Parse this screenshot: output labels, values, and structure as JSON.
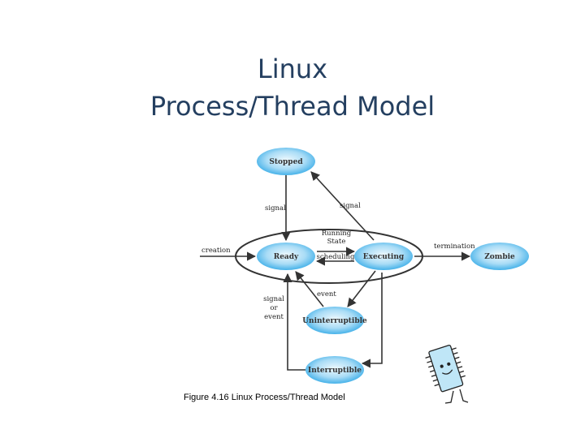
{
  "title": {
    "line1": "Linux",
    "line2": "Process/Thread Model"
  },
  "caption": "Figure 4.16 Linux Process/Thread Model",
  "diagram": {
    "states": {
      "stopped": "Stopped",
      "ready": "Ready",
      "executing": "Executing",
      "zombie": "Zombie",
      "uninterruptible": "Uninterruptible",
      "interruptible": "Interruptible",
      "running_state_line1": "Running",
      "running_state_line2": "State"
    },
    "edges": {
      "signal_left": "signal",
      "signal_right": "signal",
      "creation": "creation",
      "scheduling": "scheduling",
      "termination": "termination",
      "event": "event",
      "signal_or_event_line1": "signal",
      "signal_or_event_line2": "or",
      "signal_or_event_line3": "event"
    },
    "colors": {
      "state_center": "#e8f6fd",
      "state_edge": "#3aaee8",
      "line": "#333333"
    }
  },
  "decoration": {
    "icon": "cartoon-chip-mascot-icon"
  }
}
